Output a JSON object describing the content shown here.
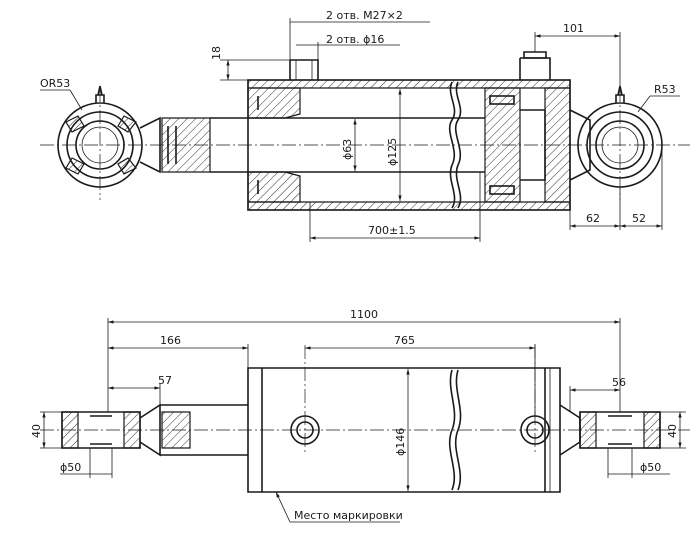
{
  "labels": {
    "thread_holes": "2 отв. М27×2",
    "holes_dia": "2 отв. ϕ16",
    "dim_101": "101",
    "dim_18": "18",
    "radius_left": "OR53",
    "radius_right": "R53",
    "rod_dia": "ϕ63",
    "bore_dia": "ϕ125",
    "stroke": "700±1.5",
    "dim_62": "62",
    "dim_52": "52",
    "overall_length": "1100",
    "dim_166": "166",
    "dim_765": "765",
    "dim_57": "57",
    "dim_56": "56",
    "dim_40_left": "40",
    "dim_40_right": "40",
    "outer_dia": "ϕ146",
    "pin_left": "ϕ50",
    "pin_right": "ϕ50",
    "marking_place": "Место маркировки"
  }
}
